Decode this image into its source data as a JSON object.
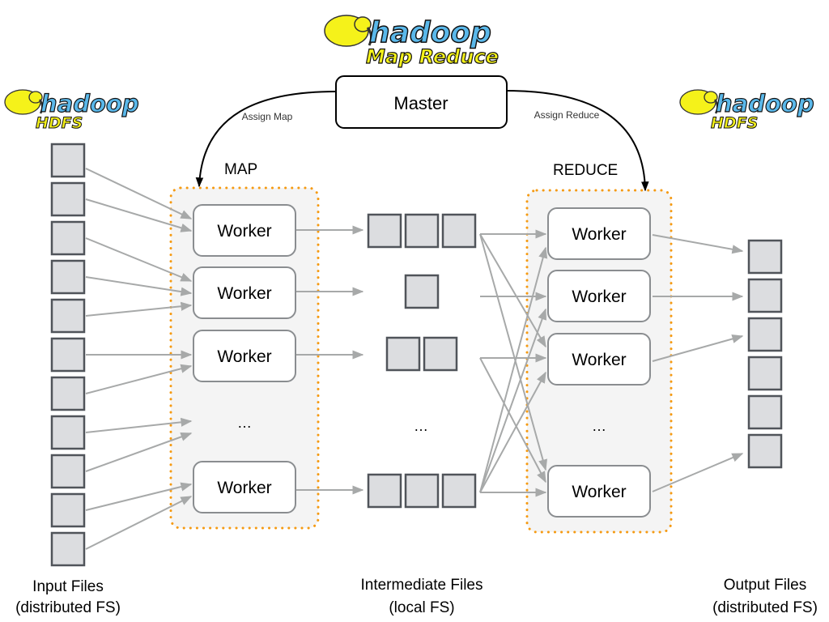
{
  "logos": {
    "top": {
      "brand": "hadoop",
      "product": "Map Reduce",
      "icon": "elephant-icon"
    },
    "left": {
      "brand": "hadoop",
      "product": "HDFS",
      "icon": "elephant-icon"
    },
    "right": {
      "brand": "hadoop",
      "product": "HDFS",
      "icon": "elephant-icon"
    }
  },
  "master": {
    "label": "Master"
  },
  "edges": {
    "assign_map": "Assign Map",
    "assign_reduce": "Assign Reduce"
  },
  "map_phase": {
    "title": "MAP",
    "workers": [
      "Worker",
      "Worker",
      "Worker",
      "Worker"
    ],
    "ellipsis": "…"
  },
  "reduce_phase": {
    "title": "REDUCE",
    "workers": [
      "Worker",
      "Worker",
      "Worker",
      "Worker"
    ],
    "ellipsis": "…"
  },
  "intermediate": {
    "groups": [
      3,
      1,
      2,
      3
    ],
    "ellipsis": "…"
  },
  "input_files": {
    "count": 11,
    "label_line1": "Input Files",
    "label_line2": "(distributed FS)"
  },
  "intermediate_files": {
    "label_line1": "Intermediate Files",
    "label_line2": "(local FS)"
  },
  "output_files": {
    "count": 6,
    "label_line1": "Output Files",
    "label_line2": "(distributed FS)"
  },
  "colors": {
    "file_fill": "#dcdde0",
    "file_stroke": "#50545a",
    "arrow": "#a7a9a9",
    "group_border": "#f59a12",
    "group_fill": "#f4f4f4",
    "worker_stroke": "#8a8d90",
    "logo_yellow": "#f5f21a",
    "logo_blue": "#5ab8ea"
  }
}
